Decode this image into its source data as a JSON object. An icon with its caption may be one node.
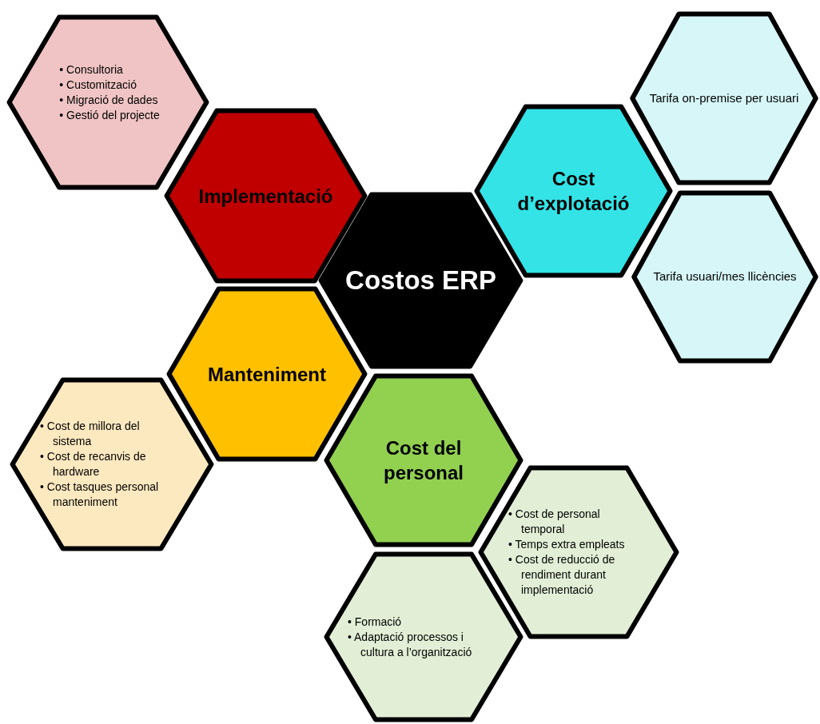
{
  "diagram": {
    "nodes": [
      {
        "text": [
          "• Consultoria",
          "• Customització",
          "• Migració de dades",
          "• Gestió del projecte"
        ]
      },
      {
        "text": [
          "Tarifa on-premise per usuari"
        ]
      },
      {
        "text": [
          "Implementació"
        ]
      },
      {
        "text": [
          "Cost d’explotació"
        ]
      },
      {
        "text": [
          "Costos ERP"
        ]
      },
      {
        "text": [
          "Tarifa usuari/mes llicències"
        ]
      },
      {
        "text": [
          "Manteniment"
        ]
      },
      {
        "text": [
          "• Cost de millora del sistema",
          "• Cost de recanvis de hardware",
          "• Cost tasques personal manteniment"
        ]
      },
      {
        "text": [
          "Cost del personal"
        ]
      },
      {
        "text": [
          "• Cost de personal temporal",
          "• Temps extra empleats",
          "• Cost de reducció de rendiment durant implementació"
        ]
      },
      {
        "text": [
          "• Formació",
          "• Adaptació processos i cultura a l’organització"
        ]
      }
    ]
  }
}
